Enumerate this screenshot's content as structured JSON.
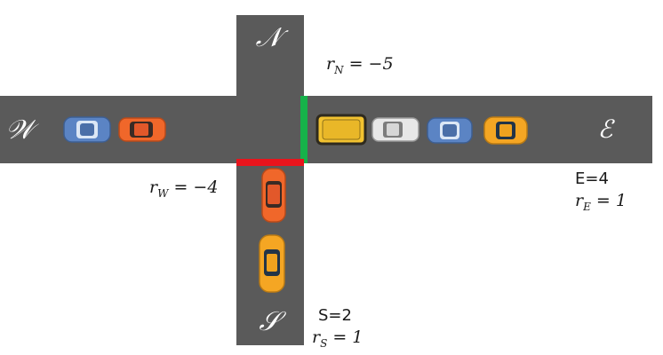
{
  "directions": {
    "north": {
      "letter": "𝒩",
      "reward_var": "r",
      "reward_sub": "N",
      "reward_value": "= −5"
    },
    "west": {
      "letter": "𝒲",
      "reward_var": "r",
      "reward_sub": "W",
      "reward_value": "= −4"
    },
    "east": {
      "letter": "ℰ",
      "count_label": "E=4",
      "reward_var": "r",
      "reward_sub": "E",
      "reward_value": "= 1"
    },
    "south": {
      "letter": "𝒮",
      "count_label": "S=2",
      "reward_var": "r",
      "reward_sub": "S",
      "reward_value": "= 1"
    }
  },
  "signals": {
    "east_light": "#16b24a",
    "south_light": "#e8141c"
  },
  "colors": {
    "road": "#5a5a5a",
    "car_blue": "#5b84c4",
    "car_orange": "#f0672a",
    "car_yellow": "#f2c230",
    "car_white": "#e7e7e7",
    "car_amber": "#f5a623"
  },
  "cars": {
    "west": [
      "blue",
      "orange"
    ],
    "east": [
      "yellow-truck",
      "white",
      "blue",
      "amber"
    ],
    "south": [
      "orange",
      "amber"
    ]
  }
}
